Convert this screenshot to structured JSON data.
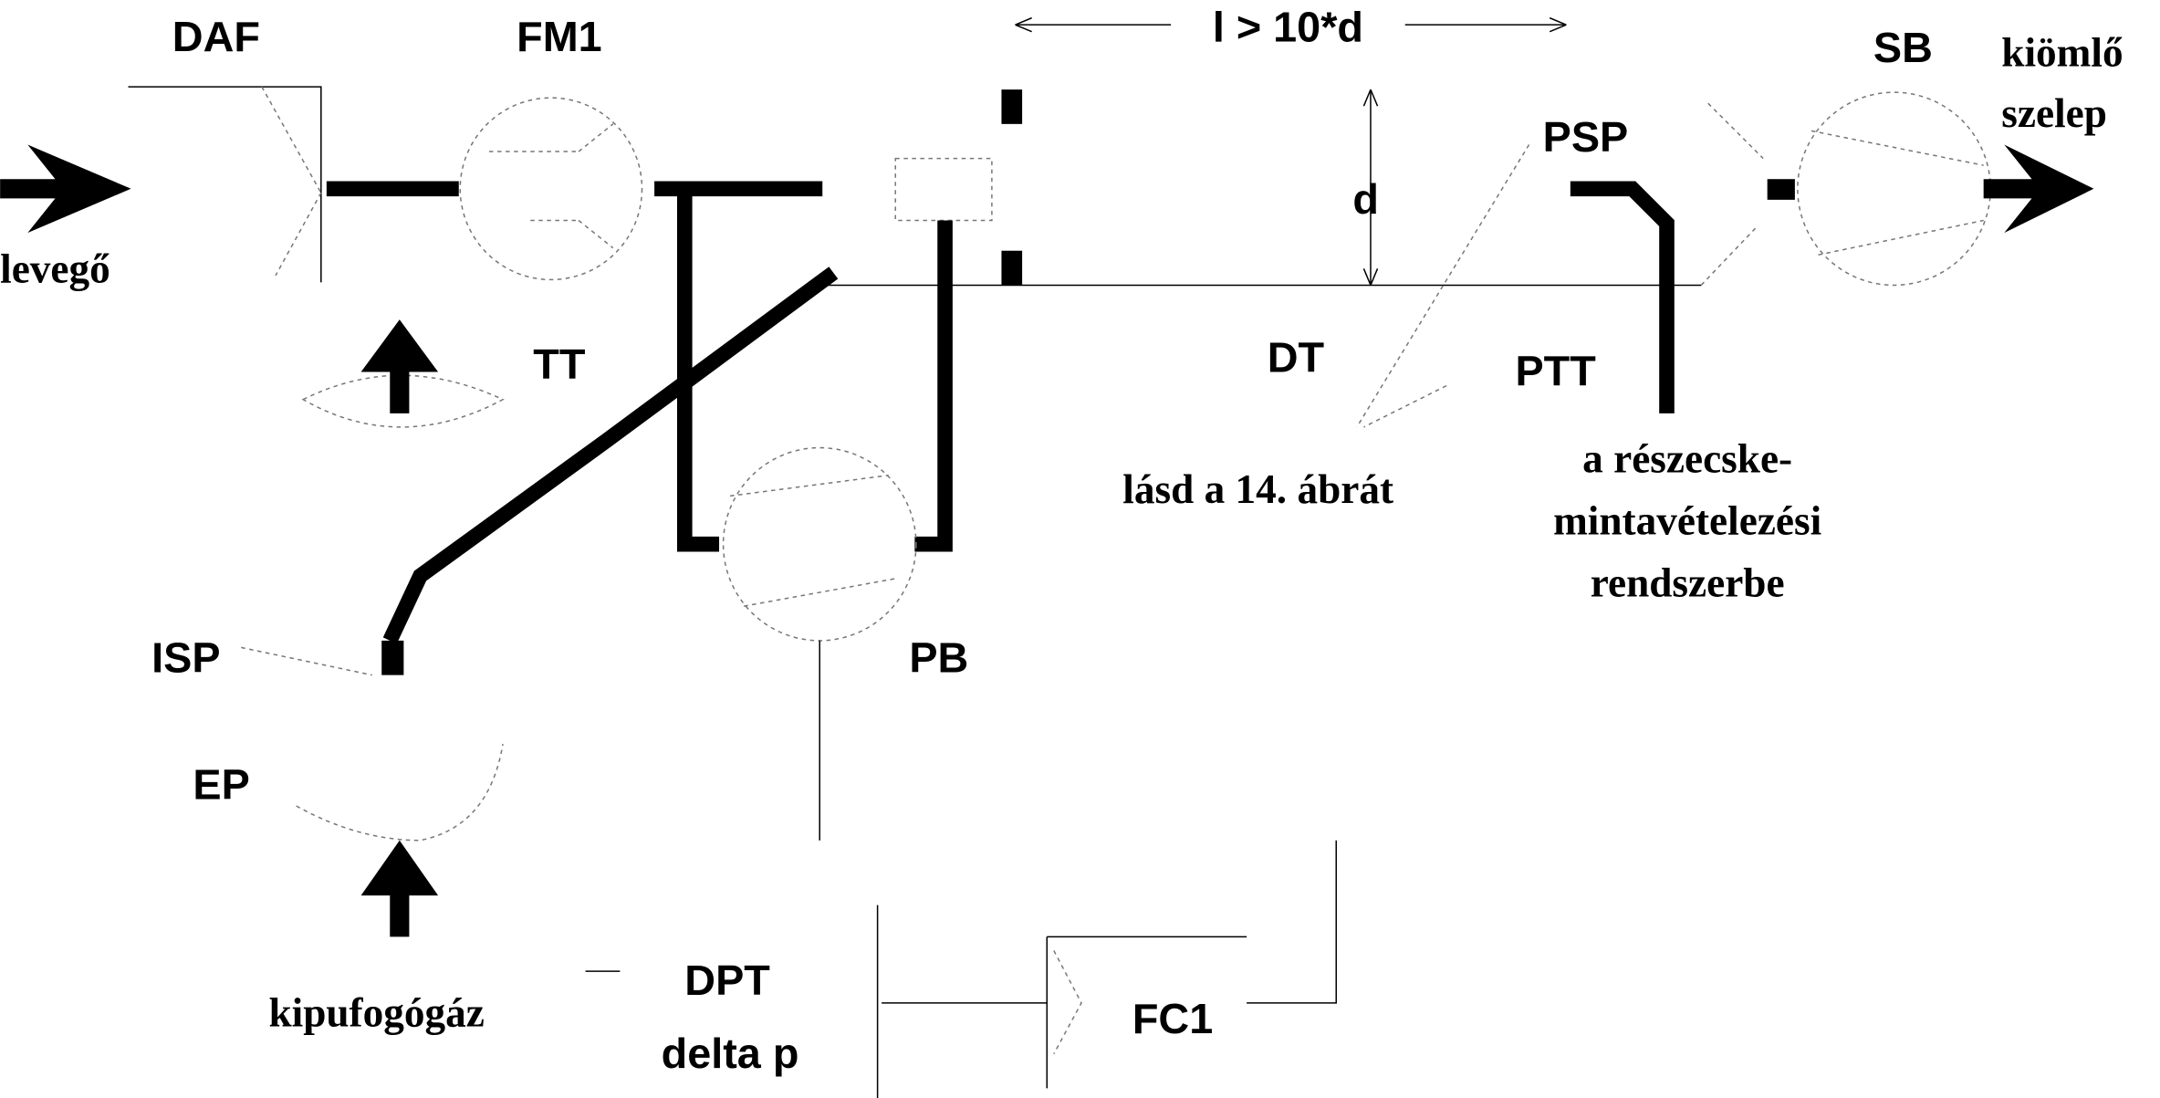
{
  "labels": {
    "daf": "DAF",
    "fm1": "FM1",
    "length": "l > 10*d",
    "sb": "SB",
    "outlet_1": "kiömlő",
    "outlet_2": "szelep",
    "air": "levegő",
    "d": "d",
    "psp": "PSP",
    "tt": "TT",
    "dt": "DT",
    "ptt": "PTT",
    "see_figure": "lásd a 14. ábrát",
    "particle_1": "a részecske-",
    "particle_2": "mintavételezési",
    "particle_3": "rendszerbe",
    "isp": "ISP",
    "pb": "PB",
    "ep": "EP",
    "exhaust": "kipufogógáz",
    "dpt": "DPT",
    "delta_p": "delta p",
    "fc1": "FC1"
  }
}
